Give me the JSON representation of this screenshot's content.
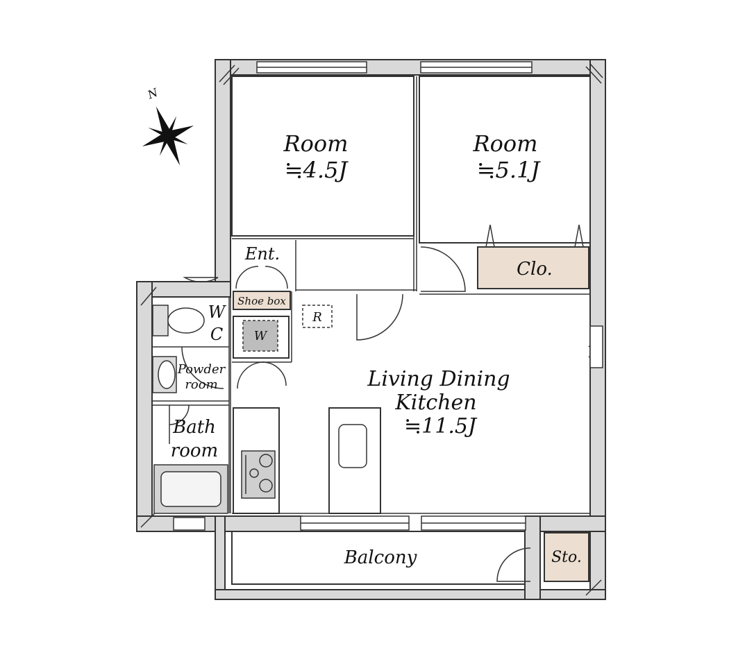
{
  "rooms": {
    "room1": {
      "name": "Room",
      "size": "≒4.5J"
    },
    "room2": {
      "name": "Room",
      "size": "≒5.1J"
    },
    "ldk": {
      "line1": "Living Dining",
      "line2": "Kitchen",
      "size": "≒11.5J"
    },
    "closet": "Clo.",
    "entrance": "Ent.",
    "shoe_box": "Shoe box",
    "washer": "W",
    "fridge": "R",
    "wc_line1": "W",
    "wc_line2": "C",
    "powder_line1": "Powder",
    "powder_line2": "room",
    "bath_line1": "Bath",
    "bath_line2": "room",
    "balcony": "Balcony",
    "storage": "Sto."
  },
  "compass": {
    "label": "N"
  },
  "colors": {
    "storage_fill": "#ecdfd1",
    "wall_fill": "#d9d9d9",
    "washer_fill": "#bdbdbd"
  }
}
